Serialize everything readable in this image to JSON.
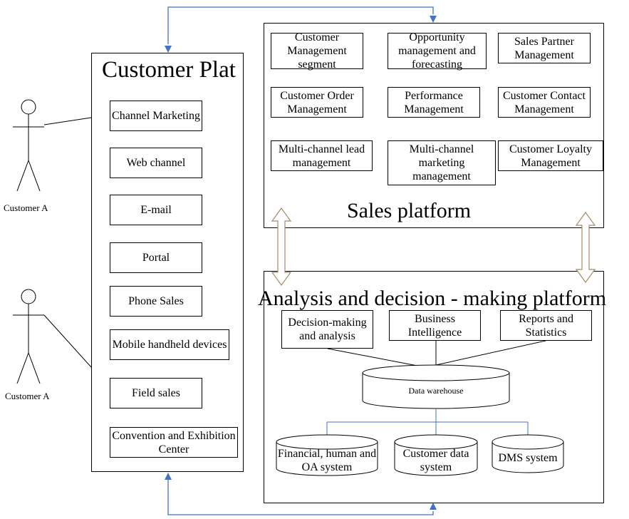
{
  "customer_platform": {
    "title": "Customer Plat",
    "items": [
      "Channel Marketing",
      "Web channel",
      "E-mail",
      "Portal",
      "Phone Sales",
      "Mobile handheld devices",
      "Field sales",
      "Convention and Exhibition Center"
    ]
  },
  "actors": [
    {
      "label": "Customer A"
    },
    {
      "label": "Customer A"
    }
  ],
  "sales_platform": {
    "title": "Sales platform",
    "modules": [
      "Customer Management segment",
      "Opportunity management and forecasting",
      "Sales Partner Management",
      "Customer Order Management",
      "Performance Management",
      "Customer Contact Management",
      "Multi-channel lead management",
      "Multi-channel marketing management",
      "Customer Loyalty Management"
    ]
  },
  "analysis_platform": {
    "title": "Analysis and decision - making platform",
    "modules": [
      "Decision-making and analysis",
      "Business Intelligence",
      "Reports and Statistics"
    ],
    "warehouse": "Data warehouse",
    "systems": [
      "Financial, human and OA system",
      "Customer data system",
      "DMS system"
    ]
  },
  "colors": {
    "connector": "#4472c4",
    "double_arrow": "#a08c6a"
  }
}
